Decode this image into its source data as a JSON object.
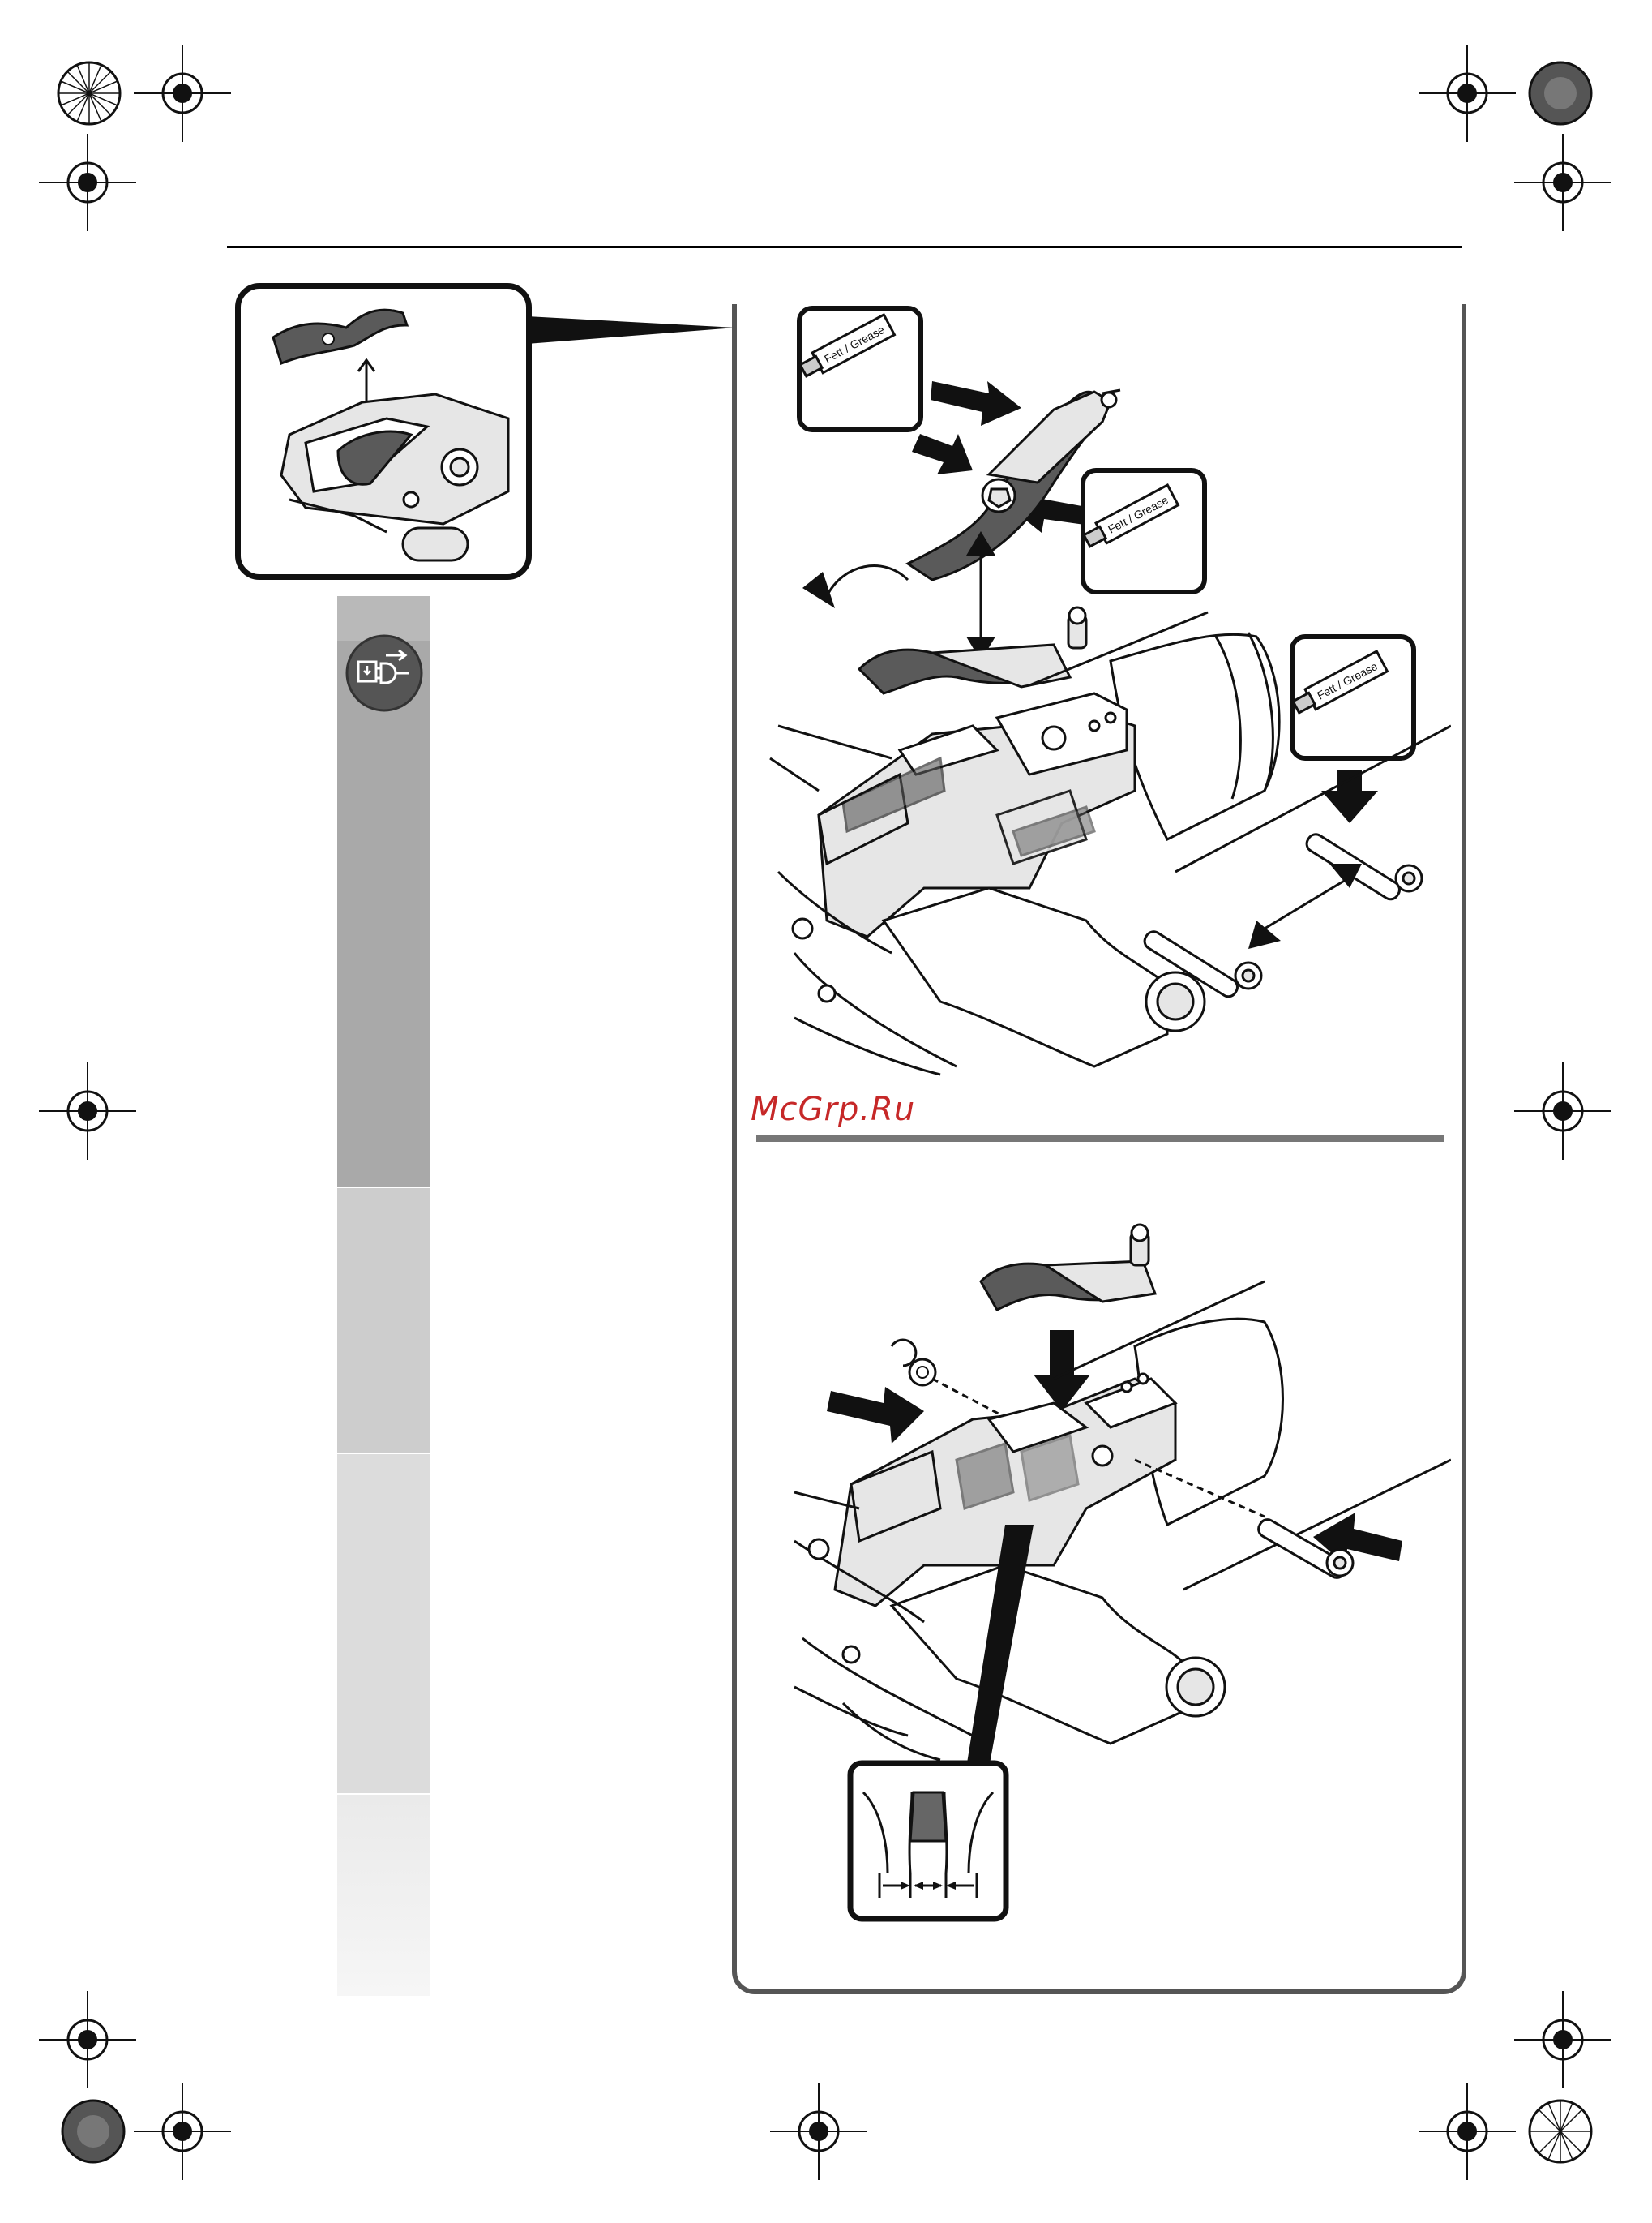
{
  "watermark": "McGrp.Ru",
  "grease_tubes": [
    {
      "label": "Fett / Grease"
    },
    {
      "label": "Fett / Grease"
    },
    {
      "label": "Fett / Grease"
    }
  ],
  "sidebar_shades": [
    "#b9b9b9",
    "#a9a9a9",
    "#cdcdcd",
    "#dcdcdc",
    "#eaeaea"
  ],
  "icons": [
    "unplug-icon",
    "registration-mark-icon",
    "color-wheel-icon"
  ]
}
